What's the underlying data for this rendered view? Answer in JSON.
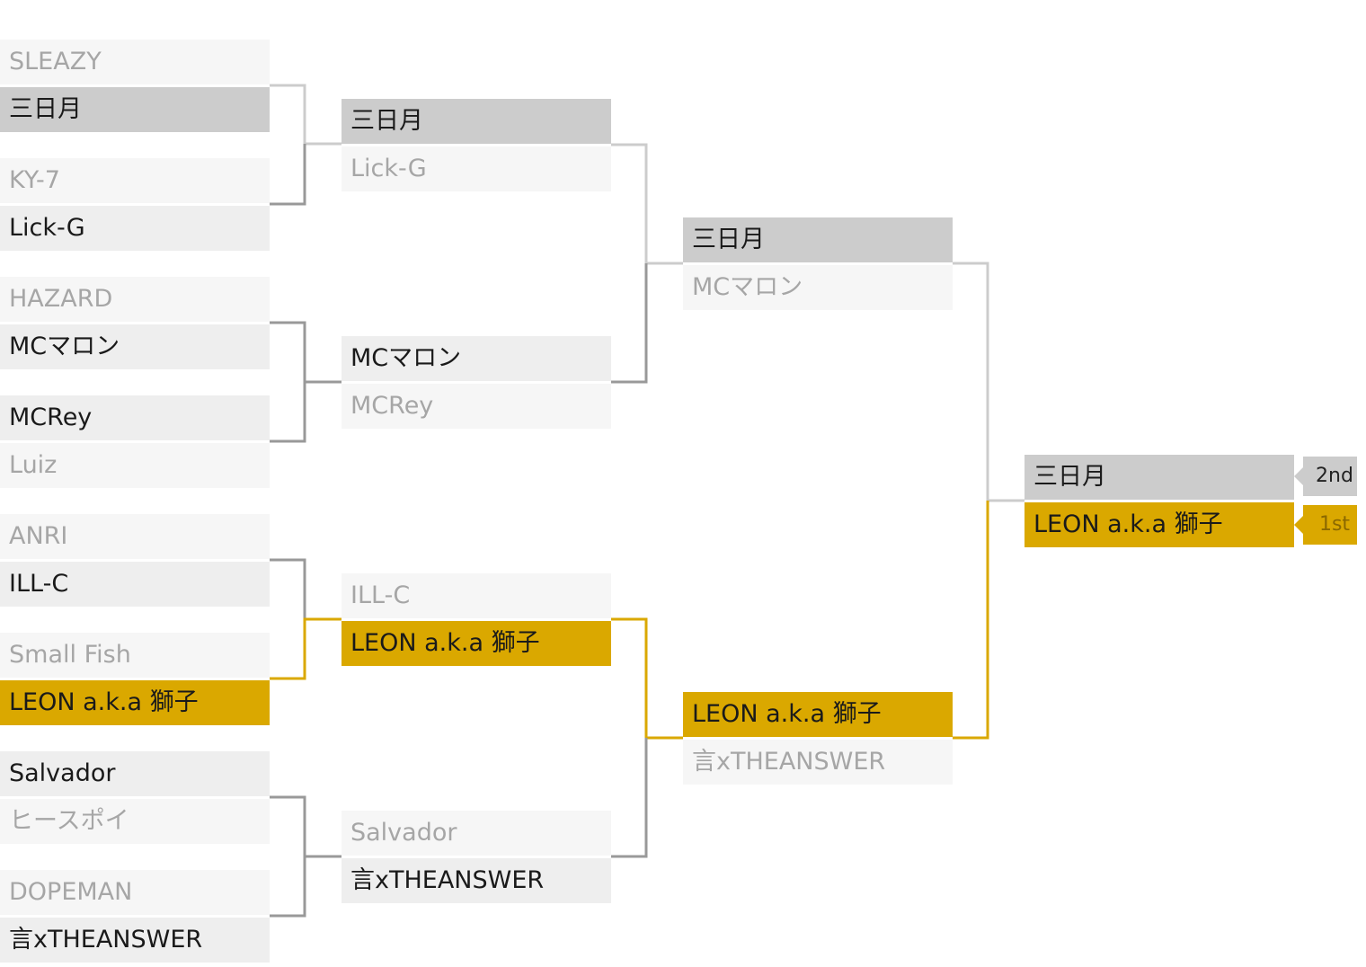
{
  "colors": {
    "eliminated_text": "#a6a6a6",
    "winner_text": "#1a1a1a",
    "slot_light": "#f6f6f6",
    "slot_normal": "#eeeeee",
    "slot_highlight": "#cccccc",
    "slot_champion": "#daa800",
    "line_gray": "#999999",
    "line_light": "#cccccc",
    "line_champion": "#daa800"
  },
  "rounds": [
    {
      "matches": [
        {
          "players": [
            {
              "name": "SLEAZY",
              "state": "light"
            },
            {
              "name": "三日月",
              "state": "path"
            }
          ]
        },
        {
          "players": [
            {
              "name": "KY-7",
              "state": "light"
            },
            {
              "name": "Lick-G",
              "state": "normal"
            }
          ]
        },
        {
          "players": [
            {
              "name": "HAZARD",
              "state": "light"
            },
            {
              "name": "MCマロン",
              "state": "normal"
            }
          ]
        },
        {
          "players": [
            {
              "name": "MCRey",
              "state": "normal"
            },
            {
              "name": "Luiz",
              "state": "light"
            }
          ]
        },
        {
          "players": [
            {
              "name": "ANRI",
              "state": "light"
            },
            {
              "name": "ILL-C",
              "state": "normal"
            }
          ]
        },
        {
          "players": [
            {
              "name": "Small Fish",
              "state": "light"
            },
            {
              "name": "LEON a.k.a 獅子",
              "state": "champ"
            }
          ]
        },
        {
          "players": [
            {
              "name": "Salvador",
              "state": "normal"
            },
            {
              "name": "ヒースポイ",
              "state": "light"
            }
          ]
        },
        {
          "players": [
            {
              "name": "DOPEMAN",
              "state": "light"
            },
            {
              "name": "言xTHEANSWER",
              "state": "normal"
            }
          ]
        }
      ]
    },
    {
      "matches": [
        {
          "players": [
            {
              "name": "三日月",
              "state": "path"
            },
            {
              "name": "Lick-G",
              "state": "light"
            }
          ]
        },
        {
          "players": [
            {
              "name": "MCマロン",
              "state": "normal"
            },
            {
              "name": "MCRey",
              "state": "light"
            }
          ]
        },
        {
          "players": [
            {
              "name": "ILL-C",
              "state": "light"
            },
            {
              "name": "LEON a.k.a 獅子",
              "state": "champ"
            }
          ]
        },
        {
          "players": [
            {
              "name": "Salvador",
              "state": "light"
            },
            {
              "name": "言xTHEANSWER",
              "state": "normal"
            }
          ]
        }
      ]
    },
    {
      "matches": [
        {
          "players": [
            {
              "name": "三日月",
              "state": "path"
            },
            {
              "name": "MCマロン",
              "state": "light"
            }
          ]
        },
        {
          "players": [
            {
              "name": "LEON a.k.a 獅子",
              "state": "champ"
            },
            {
              "name": "言xTHEANSWER",
              "state": "light"
            }
          ]
        }
      ]
    },
    {
      "matches": [
        {
          "players": [
            {
              "name": "三日月",
              "state": "path"
            },
            {
              "name": "LEON a.k.a 獅子",
              "state": "champ"
            }
          ]
        }
      ]
    }
  ],
  "placements": [
    {
      "label": "2nd",
      "style": "second"
    },
    {
      "label": "1st",
      "style": "first"
    }
  ]
}
